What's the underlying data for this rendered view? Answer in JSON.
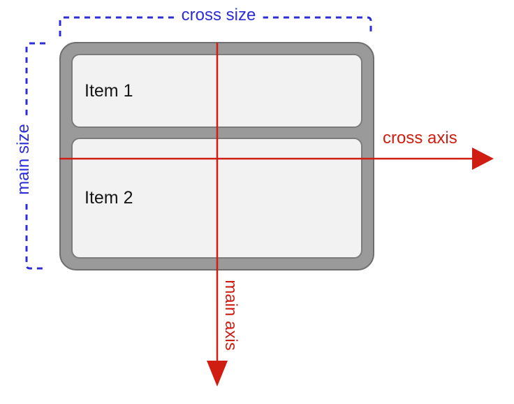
{
  "diagram": {
    "labels": {
      "cross_size": "cross size",
      "main_size": "main size",
      "cross_axis": "cross axis",
      "main_axis": "main axis"
    },
    "items": [
      {
        "label": "Item 1"
      },
      {
        "label": "Item 2"
      }
    ],
    "colors": {
      "measure_blue": "#2d2dd8",
      "axis_red": "#cf1d12",
      "container_fill": "#9a9a9a",
      "container_border": "#6f6f6f",
      "item_fill": "#f2f2f2",
      "item_border": "#7b7b7b"
    }
  }
}
